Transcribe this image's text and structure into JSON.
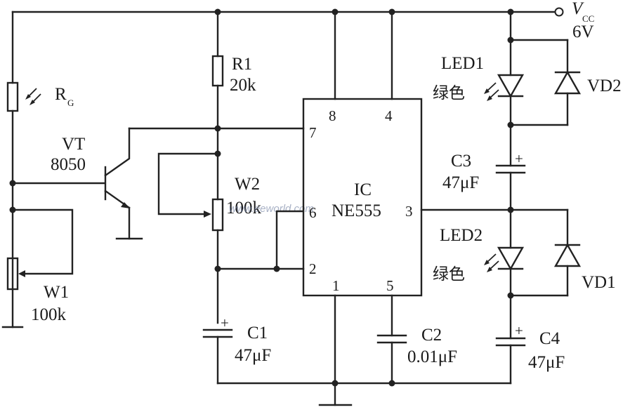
{
  "supply": {
    "label": "V",
    "sub": "CC",
    "voltage": "6V"
  },
  "components": {
    "rg": {
      "name": "R",
      "sub": "G"
    },
    "vt": {
      "name": "VT",
      "value": "8050"
    },
    "w1": {
      "name": "W1",
      "value": "100k"
    },
    "r1": {
      "name": "R1",
      "value": "20k"
    },
    "w2": {
      "name": "W2",
      "value": "100k"
    },
    "c1": {
      "name": "C1",
      "value": "47μF"
    },
    "ic": {
      "name": "IC",
      "part": "NE555"
    },
    "c2": {
      "name": "C2",
      "value": "0.01μF"
    },
    "led1": {
      "name": "LED1",
      "color": "绿色"
    },
    "vd2": {
      "name": "VD2"
    },
    "c3": {
      "name": "C3",
      "value": "47μF"
    },
    "led2": {
      "name": "LED2",
      "color": "绿色"
    },
    "vd1": {
      "name": "VD1"
    },
    "c4": {
      "name": "C4",
      "value": "47μF"
    }
  },
  "pins": {
    "p8": "8",
    "p4": "4",
    "p7": "7",
    "p6": "6",
    "p3": "3",
    "p2": "2",
    "p1": "1",
    "p5": "5"
  },
  "plus_sign": "+",
  "watermark": "www.eeworld.com"
}
